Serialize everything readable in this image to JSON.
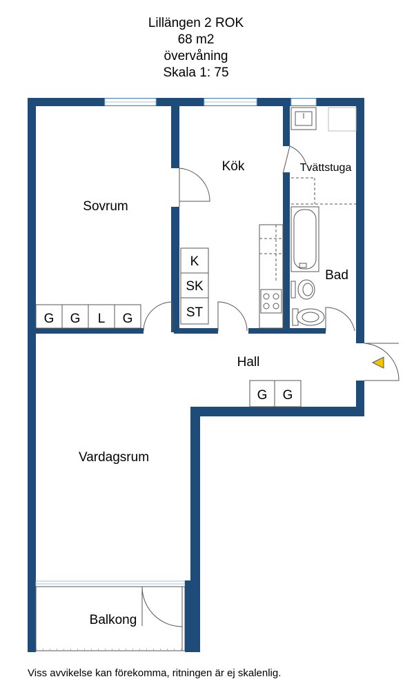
{
  "header": {
    "line1": "Lillängen 2 ROK",
    "line2": "68 m2",
    "line3": "övervåning",
    "line4": "Skala 1: 75"
  },
  "rooms": {
    "sovrum": "Sovrum",
    "kok": "Kök",
    "tvattstuga": "Tvättstuga",
    "bad": "Bad",
    "hall": "Hall",
    "vardagsrum": "Vardagsrum",
    "balkong": "Balkong"
  },
  "closets": {
    "sovrum_1": "G",
    "sovrum_2": "G",
    "sovrum_3": "L",
    "sovrum_4": "G",
    "kok_k": "K",
    "kok_sk": "SK",
    "kok_st": "ST",
    "hall_1": "G",
    "hall_2": "G"
  },
  "footer": {
    "disclaimer": "Viss avvikelse kan förekomma, ritningen är ej skalenlig."
  },
  "colors": {
    "wall": "#1f4b78",
    "window": "#cfe6f2",
    "entrance_marker": "#f2c500",
    "fixture_line": "#555555"
  }
}
